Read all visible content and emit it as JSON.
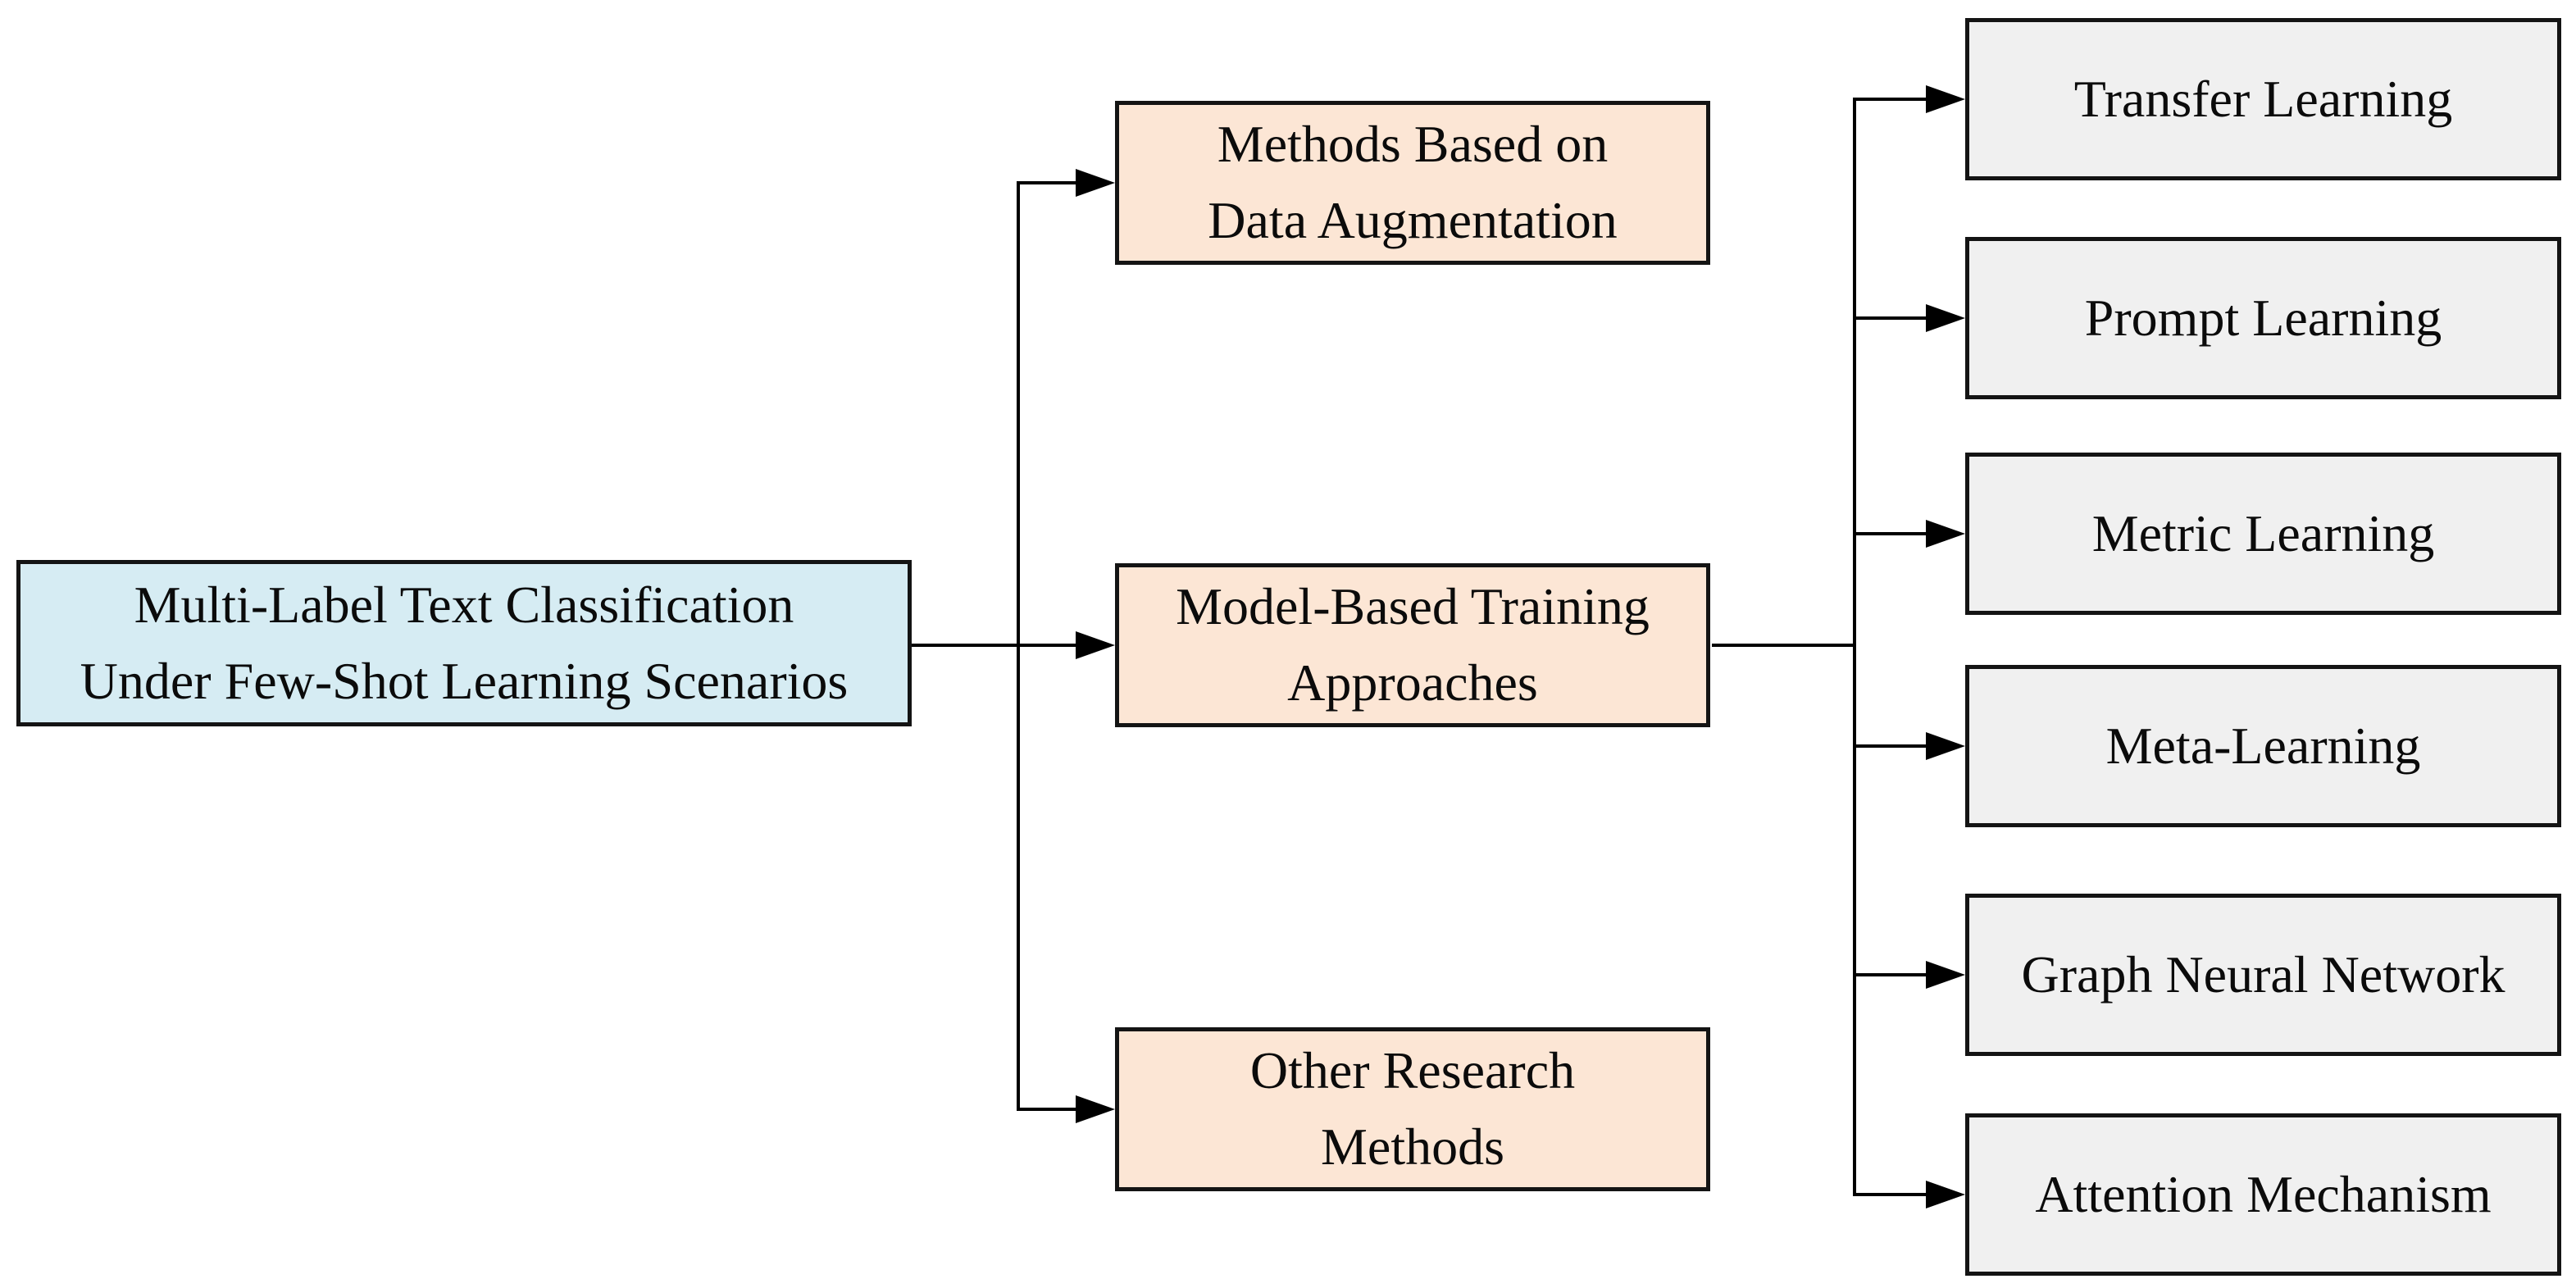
{
  "diagram": {
    "root": {
      "label": "Multi-Label Text Classification\nUnder Few-Shot Learning Scenarios"
    },
    "branches": [
      {
        "label": "Methods Based on\nData Augmentation"
      },
      {
        "label": "Model-Based Training\nApproaches"
      },
      {
        "label": "Other Research\nMethods"
      }
    ],
    "leaves": [
      {
        "label": "Transfer Learning"
      },
      {
        "label": "Prompt Learning"
      },
      {
        "label": "Metric Learning"
      },
      {
        "label": "Meta-Learning"
      },
      {
        "label": "Graph Neural Network"
      },
      {
        "label": "Attention Mechanism"
      }
    ],
    "colors": {
      "root_fill": "#d6ecf3",
      "branch_fill": "#fce6d5",
      "leaf_fill": "#f0f0f0",
      "line": "#000000"
    }
  }
}
